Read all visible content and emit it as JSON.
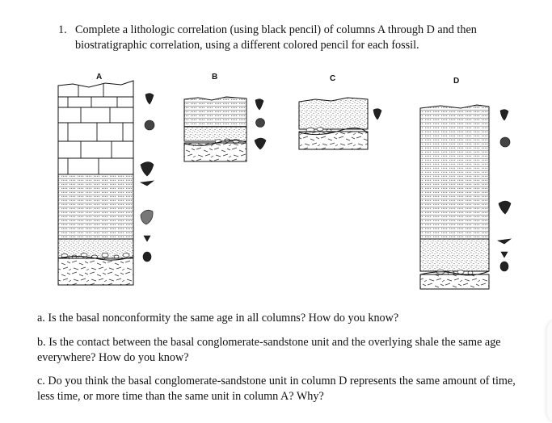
{
  "question": {
    "number": "1.",
    "text": "Complete a lithologic correlation (using black pencil) of columns A through D and then biostratigraphic correlation, using a different colored pencil for each fossil."
  },
  "columns": [
    {
      "label": "A"
    },
    {
      "label": "B"
    },
    {
      "label": "C"
    },
    {
      "label": "D"
    }
  ],
  "subquestions": [
    {
      "text": "a. Is the basal nonconformity the same age in all columns? How do you know?"
    },
    {
      "text": "b. Is the contact between the basal conglomerate-sandstone unit and the overlying shale the same age everywhere? How do you know?"
    },
    {
      "text": "c. Do you think the basal conglomerate-sandstone unit in column D represents the same amount of time, less time, or more time than the same unit in column A? Why?"
    }
  ]
}
